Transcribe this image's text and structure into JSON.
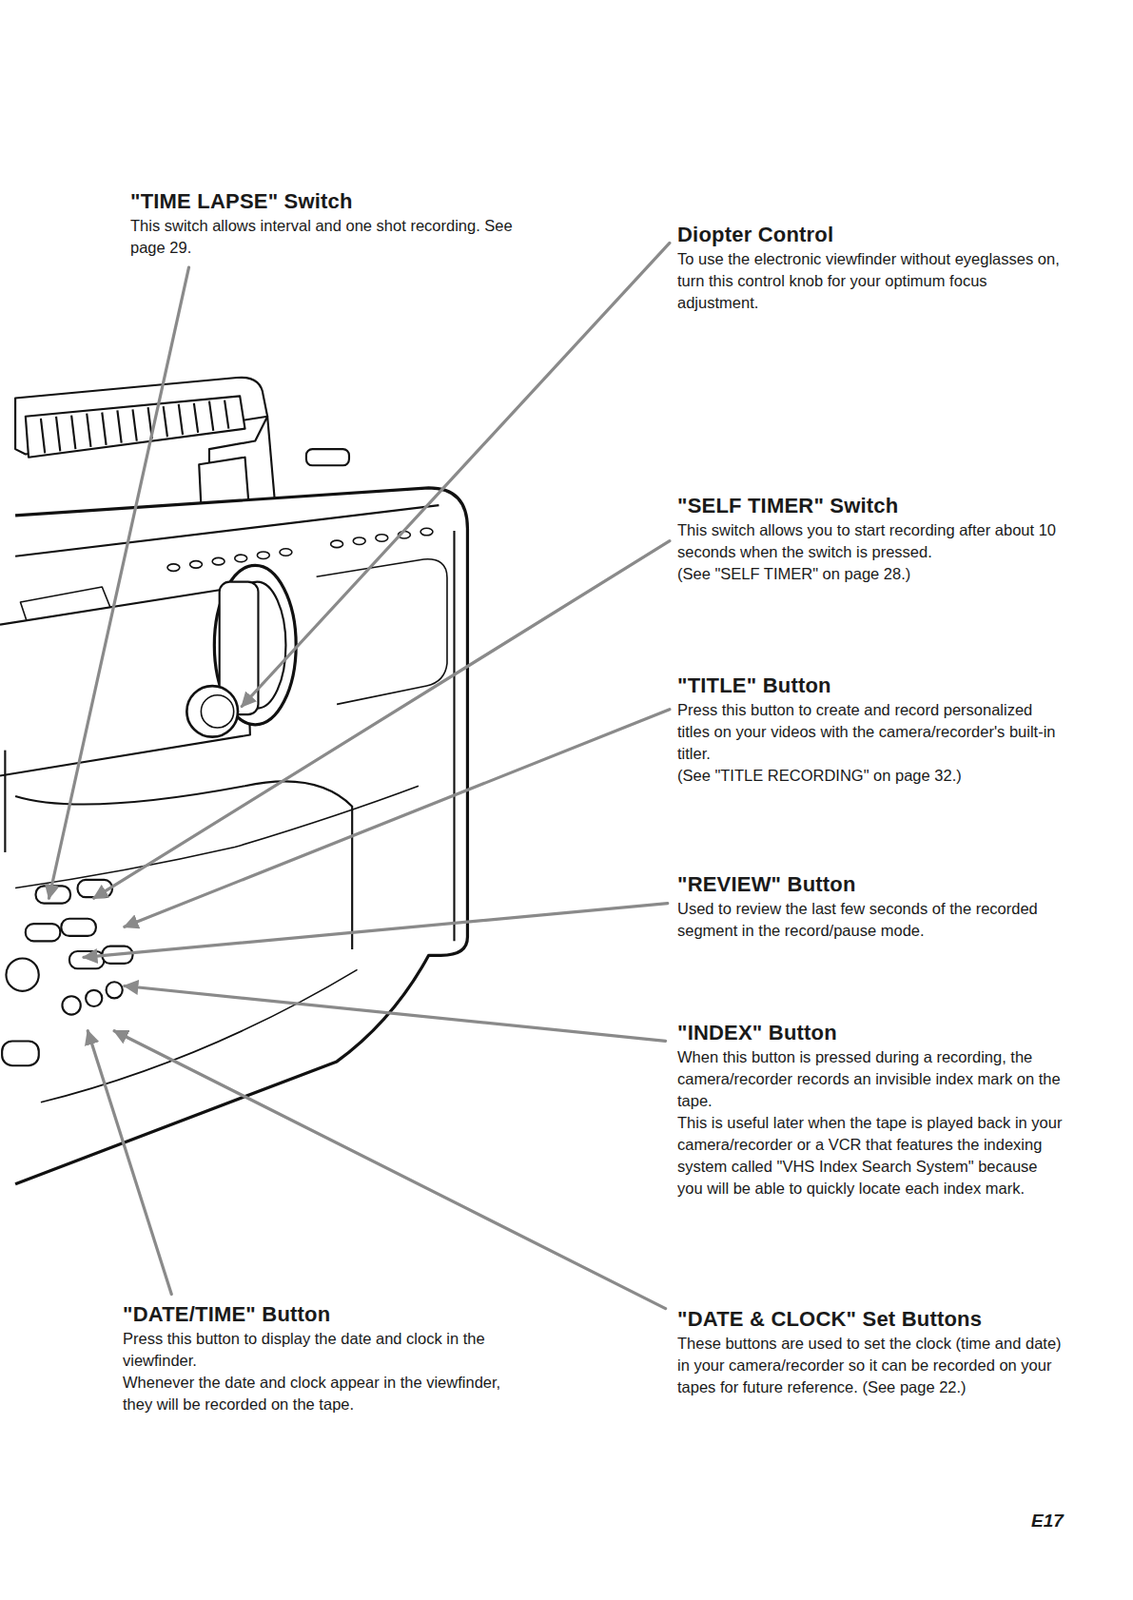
{
  "diagram": {
    "labels": [
      "\"TIME LAPSE\" Switch",
      "This switch allows interval and one shot recording. See page 29.",
      "Diopter Control",
      "To use the electronic viewfinder without eyeglasses on, turn this control knob for your optimum focus adjustment.",
      "\"SELF TIMER\" Switch",
      "This switch allows you to start recording after about 10 seconds when the switch is pressed.",
      "(See \"SELF TIMER\" on page 28.)",
      "\"TITLE\" Button",
      "Press this button to create and record personalized titles on your videos with the camera/recorder's built-in titler.",
      "(See \"TITLE RECORDING\" on page 32.)",
      "\"REVIEW\" Button",
      "Used to review the last few seconds of the recorded segment in the record/pause mode.",
      "\"INDEX\" Button",
      "When this button is pressed during a recording, the camera/recorder records an invisible index mark on the tape.",
      "This is useful later when the tape is played back in your camera/recorder or a VCR that features the indexing system called \"VHS Index Search System\" because you will be able to quickly locate each index mark.",
      "\"DATE/TIME\" Button",
      "Press this button to display the date and clock in the viewfinder.",
      "Whenever the date and clock appear in the viewfinder, they will be recorded on the tape.",
      "\"DATE & CLOCK\" Set Buttons",
      "These buttons are used to set the clock (time and date) in your camera/recorder so it can be recorded on your tapes for future reference. (See page 22.)",
      "E17"
    ]
  }
}
